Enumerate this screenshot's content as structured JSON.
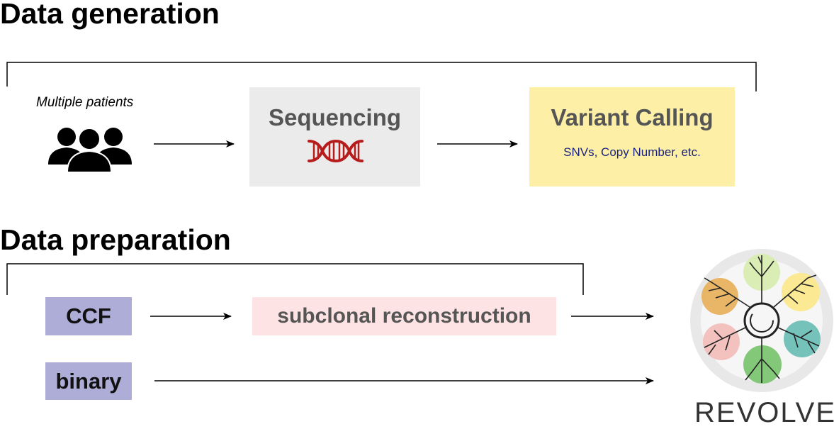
{
  "sections": {
    "generation_title": "Data generation",
    "preparation_title": "Data preparation"
  },
  "generation": {
    "patients_label": "Multiple patients",
    "sequencing_label": "Sequencing",
    "variant_calling_label": "Variant Calling",
    "variant_calling_sub": "SNVs, Copy Number, etc."
  },
  "preparation": {
    "ccf_label": "CCF",
    "subclonal_label": "subclonal reconstruction",
    "binary_label": "binary"
  },
  "logo": {
    "text": "REVOLVER"
  },
  "colors": {
    "sequencing_bg": "#ebebeb",
    "variant_bg": "#fdefa6",
    "input_bg": "#adadd8",
    "subclonal_bg": "#fde3e3",
    "dna": "#b71c1c"
  },
  "icons": [
    "people-icon",
    "dna-icon",
    "revolver-logo-icon"
  ]
}
